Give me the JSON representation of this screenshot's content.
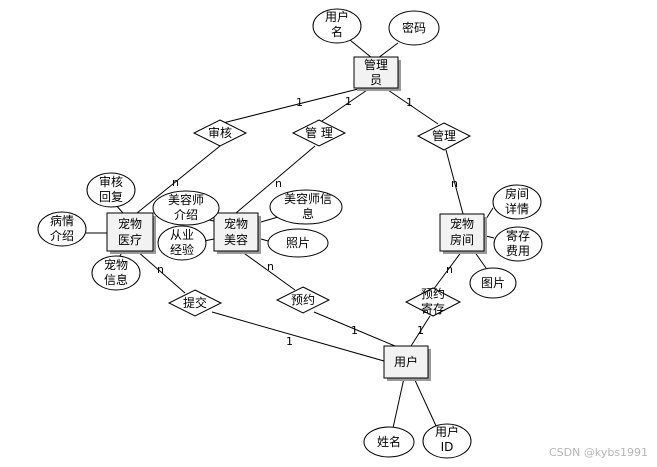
{
  "entities": {
    "admin": [
      "管理",
      "员"
    ],
    "pet_medical": [
      "宠物",
      "医疗"
    ],
    "pet_beauty": [
      "宠物",
      "美容"
    ],
    "pet_room": [
      "宠物",
      "房间"
    ],
    "user": [
      "用户"
    ]
  },
  "attributes": {
    "username": [
      "用户",
      "名"
    ],
    "password": [
      "密码"
    ],
    "review_reply": [
      "审核",
      "回复"
    ],
    "condition_intro": [
      "病情",
      "介绍"
    ],
    "pet_info": [
      "宠物",
      "信息"
    ],
    "beautician_intro": [
      "美容师",
      "介绍"
    ],
    "experience": [
      "从业",
      "经验"
    ],
    "beautician_info": [
      "美容师信",
      "息"
    ],
    "photo": [
      "照片"
    ],
    "room_detail": [
      "房间",
      "详情"
    ],
    "boarding_fee": [
      "寄存",
      "费用"
    ],
    "picture": [
      "图片"
    ],
    "name": [
      "姓名"
    ],
    "user_id": [
      "用户",
      "ID"
    ]
  },
  "relations": {
    "review": [
      "审核"
    ],
    "manage_beauty": [
      "管 理"
    ],
    "manage_room": [
      "管理"
    ],
    "submit": [
      "提交"
    ],
    "reserve": [
      "预约"
    ],
    "reserve_boarding": [
      "预约",
      "寄存"
    ]
  },
  "cardinalities": {
    "admin_review": "1",
    "admin_manage_beauty": "1",
    "admin_manage_room": "1",
    "review_medical": "n",
    "manage_beauty_n": "n",
    "manage_room_n": "n",
    "medical_submit": "n",
    "beauty_reserve": "n",
    "room_reserve_boarding": "n",
    "submit_user": "1",
    "reserve_user": "1",
    "reserve_boarding_user": "1"
  },
  "watermark": "CSDN @kybs1991"
}
